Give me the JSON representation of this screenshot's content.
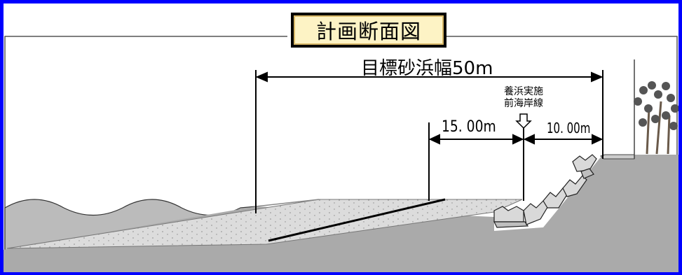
{
  "title": "計画断面図",
  "labels": {
    "target_width": "目標砂浜幅50m",
    "width_15": "15. 00m",
    "width_10": "10. 00m",
    "note_line1": "養浜実施",
    "note_line2": "前海岸線"
  },
  "colors": {
    "border": "#0000ff",
    "title_bg": "#fdf3c5",
    "ground": "#aaaaaa",
    "sand": "#dcdcdc",
    "sea": "#bbbbbb"
  }
}
